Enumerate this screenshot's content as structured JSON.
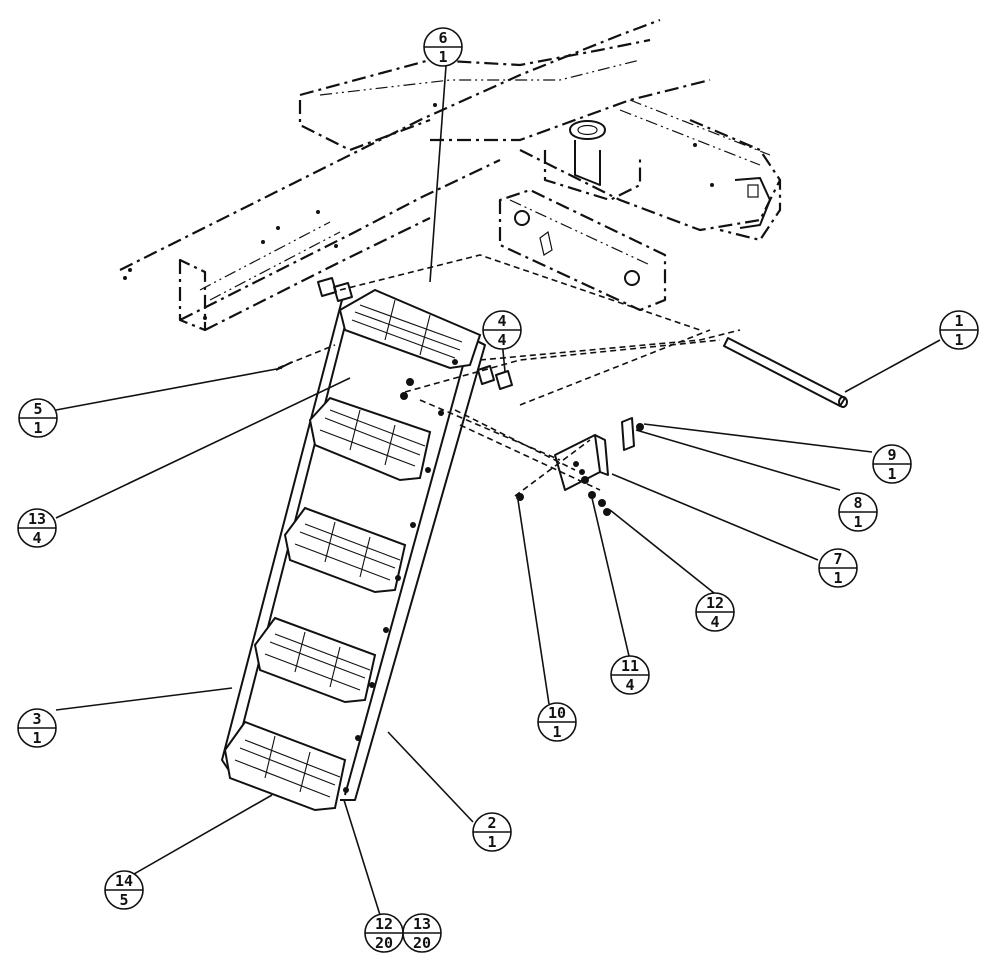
{
  "drawing": {
    "description_hidden": "",
    "balloons": [
      {
        "id": "b1",
        "item": "1",
        "qty": "1"
      },
      {
        "id": "b2",
        "item": "2",
        "qty": "1"
      },
      {
        "id": "b3",
        "item": "3",
        "qty": "1"
      },
      {
        "id": "b4",
        "item": "4",
        "qty": "4"
      },
      {
        "id": "b5",
        "item": "5",
        "qty": "1"
      },
      {
        "id": "b6",
        "item": "6",
        "qty": "1"
      },
      {
        "id": "b7",
        "item": "7",
        "qty": "1"
      },
      {
        "id": "b8",
        "item": "8",
        "qty": "1"
      },
      {
        "id": "b9",
        "item": "9",
        "qty": "1"
      },
      {
        "id": "b10",
        "item": "10",
        "qty": "1"
      },
      {
        "id": "b11",
        "item": "11",
        "qty": "4"
      },
      {
        "id": "b12",
        "item": "12",
        "qty": "4"
      },
      {
        "id": "b13",
        "item": "13",
        "qty": "4"
      },
      {
        "id": "b14",
        "item": "14",
        "qty": "5"
      },
      {
        "id": "b12b",
        "item": "12",
        "qty": "20"
      },
      {
        "id": "b13b",
        "item": "13",
        "qty": "20"
      }
    ]
  }
}
